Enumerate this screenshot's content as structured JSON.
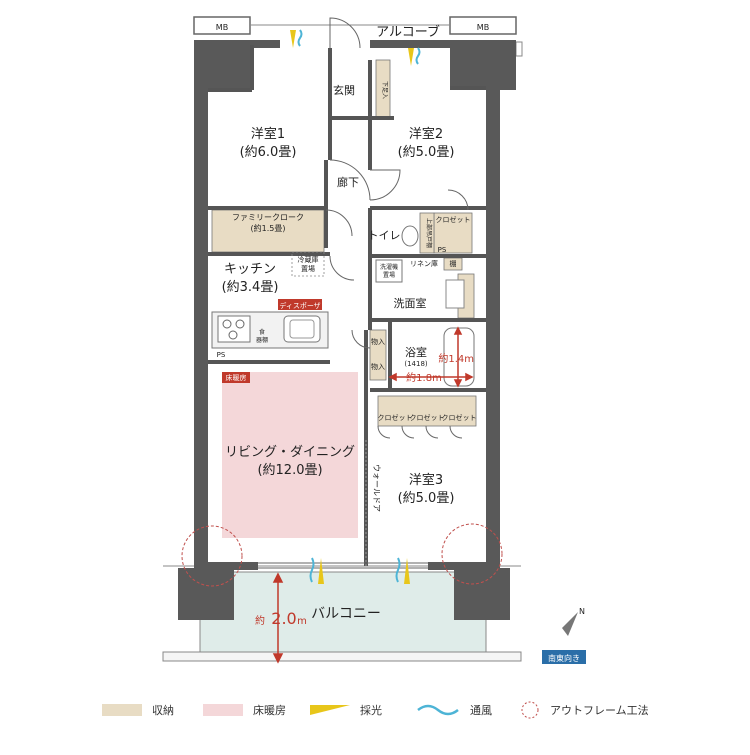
{
  "rooms": {
    "alcove": "アルコーブ",
    "mb_left": "MB",
    "mb_right": "MB",
    "entrance": "玄関",
    "shoe_storage": "下足入",
    "western1_name": "洋室1",
    "western1_size": "(約6.0畳)",
    "western2_name": "洋室2",
    "western2_size": "(約5.0畳)",
    "hallway": "廊下",
    "family_closet_name": "ファミリークローク",
    "family_closet_size": "(約1.5畳)",
    "toilet": "トイレ",
    "toilet_shelf": "上部吊戸棚",
    "closet_w2": "クロゼット",
    "ps_toilet": "PS",
    "fridge1": "冷蔵庫",
    "fridge2": "置場",
    "linen": "リネン庫",
    "shelf": "棚",
    "washer1": "洗濯機",
    "washer2": "置場",
    "washroom": "洗面室",
    "kitchen_name": "キッチン",
    "kitchen_size": "(約3.4畳)",
    "disposer": "ディスポーザ",
    "cupboard1": "食",
    "cupboard2": "器棚",
    "ps_kitchen": "PS",
    "storage_a": "物入",
    "storage_b": "物入",
    "bath_name": "浴室",
    "bath_model": "(1418)",
    "bath_w": "約1.8m",
    "bath_h": "約1.4m",
    "floor_heat_tag": "床暖房",
    "living_name": "リビング・ダイニング",
    "living_size": "(約12.0畳)",
    "closets_w3": [
      "クロゼット",
      "クロゼット",
      "クロゼット"
    ],
    "wall_door": "ウォールドア",
    "western3_name": "洋室3",
    "western3_size": "(約5.0畳)",
    "balcony": "バルコニー",
    "balcony_depth_prefix": "約",
    "balcony_depth": "2.0",
    "balcony_depth_unit": "m"
  },
  "compass": {
    "north": "N",
    "orientation": "南東向き"
  },
  "legend": [
    {
      "label": "収納",
      "color": "#e8dcc4",
      "type": "box"
    },
    {
      "label": "床暖房",
      "color": "#f4d7d9",
      "type": "box"
    },
    {
      "label": "採光",
      "color": "#e8c61a",
      "type": "light"
    },
    {
      "label": "通風",
      "color": "#4db4d6",
      "type": "wave"
    },
    {
      "label": "アウトフレーム工法",
      "color": "#c0504d",
      "type": "circle"
    }
  ],
  "colors": {
    "storage": "#e8dcc4",
    "floor_heat": "#f4d7d9",
    "balcony": "#dfece9",
    "wall": "#595959",
    "accent_red": "#c0392b",
    "light": "#e8c61a",
    "wind": "#4db4d6"
  }
}
